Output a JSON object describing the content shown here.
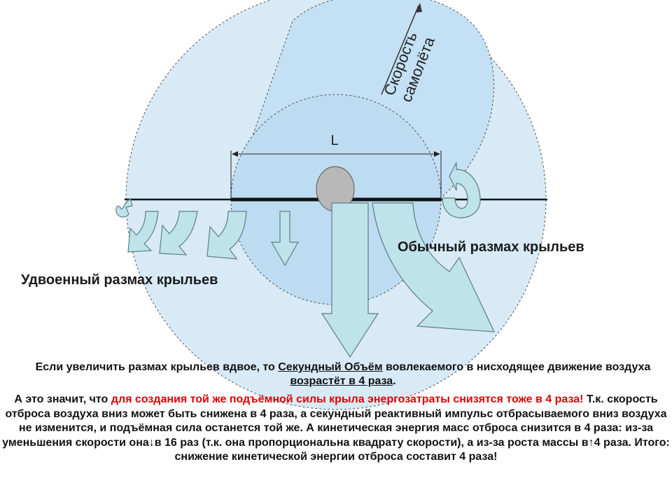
{
  "diagram": {
    "length_label": "L",
    "speed_label_line1": "Скорость",
    "speed_label_line2": "самолёта"
  },
  "captions": {
    "normal_span": "Обычный размах крыльев",
    "double_span": "Удвоенный размах крыльев"
  },
  "paragraph1": {
    "part1": "Если увеличить размах крыльев вдвое, то ",
    "part2_underlined": "Секундный Объём",
    "part3": " вовлекаемого в нисходящее движение воздуха ",
    "part4_underlined": "возрастёт в 4 раза",
    "part5": "."
  },
  "paragraph2": {
    "part1": "А это значит, что ",
    "part2_red": "для создания той же подъёмной силы крыла энергозатраты снизятся тоже в 4 раза!",
    "part3": " Т.к. скорость отброса воздуха вниз может быть снижена в 4 раза, а секундный реактивный импульс отбрасываемого вниз воздуха не изменится, и подъёмная сила останется той же. А кинетическая энергия масс отброса снизится в 4 раза: из-за уменьшения скорости она",
    "arrow_down": "↓",
    "part4": "в 16 раз (т.к. она пропорциональна квадрату скорости), а из-за роста массы в",
    "arrow_up": "↑",
    "part5": "4 раза. Итого: снижение кинетической энергии отброса составит 4 раза!"
  },
  "colors": {
    "large_circle_fill": "#d7eaf6",
    "sweep_fill": "#c4e0f4",
    "small_circle_fill": "#bddcf2",
    "arrow_fill": "#bfe3ea",
    "arrow_stroke": "#5f7d84",
    "fuselage_fill": "#b8b8b8",
    "highlight_red": "#e00000"
  }
}
